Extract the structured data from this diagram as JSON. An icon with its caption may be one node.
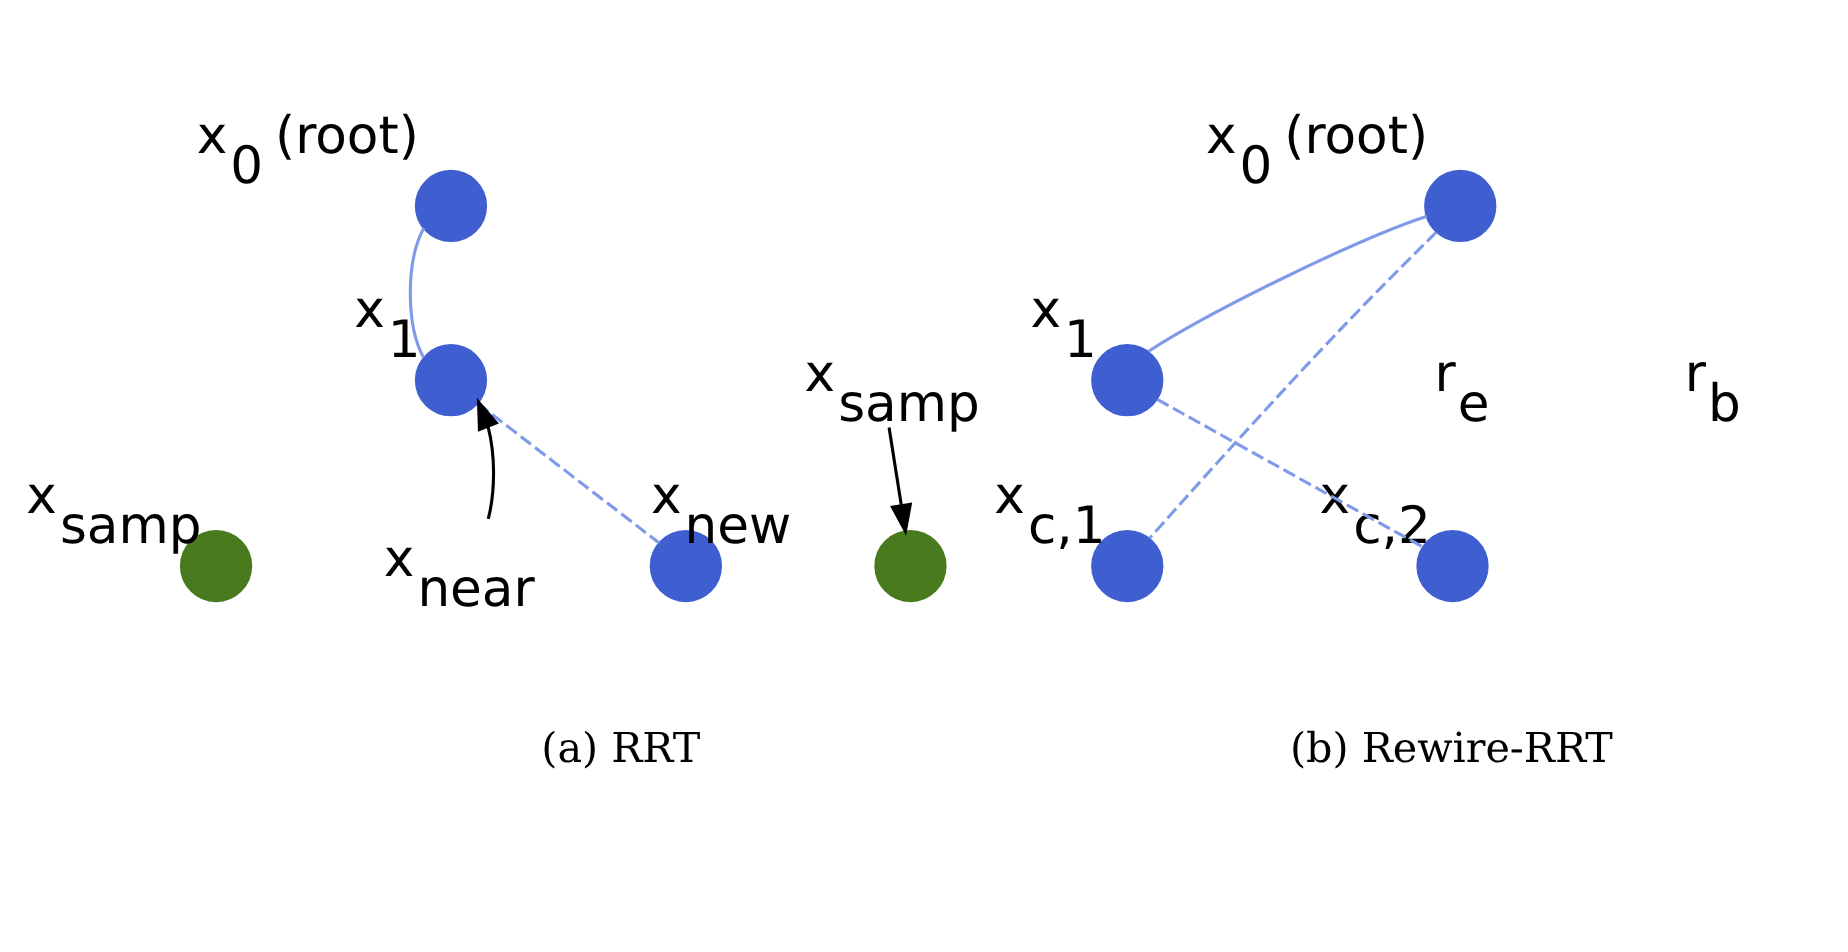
{
  "diagram": {
    "nodes": [
      {
        "text": [],
        "shape": "circle",
        "beside": [
          "x$_{0}$ (root)"
        ]
      },
      {
        "text": [],
        "shape": "circle",
        "beside": [
          "x$_{1}$"
        ]
      },
      {
        "text": [
          "x$_{near}$"
        ]
      },
      {
        "text": [],
        "shape": "circle",
        "beside": [
          "x$_{samp}$"
        ]
      },
      {
        "text": [],
        "shape": "circle",
        "beside": [
          "x$_{new}$"
        ]
      },
      {
        "text": [],
        "shape": "circle",
        "beside": [
          "x$_{0}$ (root)"
        ]
      },
      {
        "text": [],
        "shape": "circle",
        "beside": [
          "x$_{1}$"
        ]
      },
      {
        "text": [
          "x$_{samp}$"
        ]
      },
      {
        "text": [],
        "shape": "circle",
        "beside": [
          "x$_{c,1}$"
        ]
      },
      {
        "text": [],
        "shape": "circle"
      },
      {
        "text": [],
        "shape": "circle",
        "beside": [
          "x$_{c,2}$"
        ]
      }
    ],
    "edges": [
      {
        "from": 0,
        "to": 1,
        "arrow": "none"
      },
      {
        "from": 2,
        "to": 1,
        "arrow": "to",
        "color": "#000000"
      },
      {
        "from": 1,
        "to": 4,
        "arrow": "none",
        "style": "dashed"
      },
      {
        "from": 5,
        "to": 6,
        "arrow": "none"
      },
      {
        "from": 5,
        "to": 8,
        "arrow": "none",
        "style": "dashed"
      },
      {
        "from": 6,
        "to": 10,
        "arrow": "none",
        "style": "dashed"
      },
      {
        "from": 7,
        "to": 9,
        "arrow": "to",
        "color": "#000000"
      }
    ],
    "labels": [
      "r$_{e}$",
      "r$_{b}$",
      "(a) RRT",
      "(b) Rewire-RRT"
    ]
  }
}
